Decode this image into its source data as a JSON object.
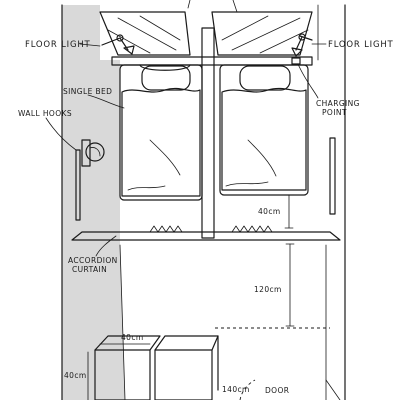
{
  "labels": {
    "floor_light_left": "FLOOR LIGHT",
    "floor_light_right": "FLOOR LIGHT",
    "single_bed": "SINGLE BED",
    "wall_hooks": "WALL HOOKS",
    "charging_point_line1": "CHARGING",
    "charging_point_line2": "POINT",
    "accordion_line1": "ACCORDION",
    "accordion_line2": "CURTAIN",
    "dim_40_right": "40cm",
    "dim_120": "120cm",
    "dim_40_top": "40cm",
    "dim_40_left": "40cm",
    "dim_140": "140cm",
    "door": "DOOR"
  },
  "colors": {
    "ink": "#1a1a1a",
    "wall_shade": "#d9d9d9",
    "box_shade": "#cfcfcf",
    "floor": "#ffffff"
  }
}
